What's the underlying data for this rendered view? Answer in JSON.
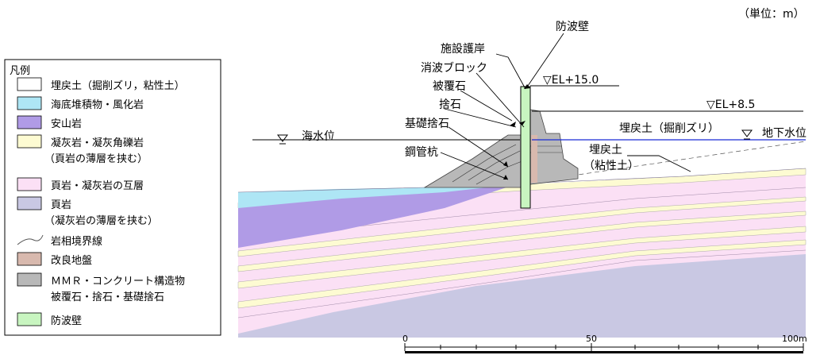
{
  "unit_note": "（単位：m）",
  "legend": {
    "title": "凡例",
    "items": [
      {
        "label": "埋戻土（掘削ズリ，粘性土）",
        "color": "#ffffff"
      },
      {
        "label": "海底堆積物・風化岩",
        "color": "#aee6f5"
      },
      {
        "label": "安山岩",
        "color": "#b09be6"
      },
      {
        "label": "凝灰岩・凝灰角礫岩",
        "label2": "（頁岩の薄層を挟む）",
        "color": "#fdfbd2"
      },
      {
        "label": "頁岩・凝灰岩の互層",
        "color": "#fbe0f5"
      },
      {
        "label": "頁岩",
        "label2": "（凝灰岩の薄層を挟む）",
        "color": "#c9c8e3"
      },
      {
        "label": "岩相境界線",
        "type": "line"
      },
      {
        "label": "改良地盤",
        "color": "#d8b9ae"
      },
      {
        "label": "ＭＭＲ・コンクリート構造物",
        "label2": "被覆石・捨石・基礎捨石",
        "color": "#b8b8b8"
      },
      {
        "label": "防波壁",
        "color": "#c8f5c0"
      }
    ]
  },
  "labels": {
    "bouhaheki": "防波壁",
    "shisetsu": "施設護岸",
    "shouha": "消波ブロック",
    "hifuku": "被覆石",
    "suteishi": "捨石",
    "kiso": "基礎捨石",
    "koukan": "鋼管杭",
    "kaisui": "海水位",
    "el15": "▽EL+15.0",
    "el85": "▽EL+8.5",
    "umemodoshi_zuri": "埋戻土（掘削ズリ）",
    "chika": "地下水位",
    "umemodoshi": "埋戻土",
    "nensei": "（粘性土）"
  },
  "scale": {
    "ticks": [
      "0",
      "50",
      "100m"
    ]
  },
  "colors": {
    "white": "#ffffff",
    "sediment": "#aee6f5",
    "andesite": "#b09be6",
    "tuff": "#fdfbd2",
    "alternation": "#fbe0f5",
    "shale": "#c9c8e3",
    "improved": "#d8b9ae",
    "concrete": "#b8b8b8",
    "wall": "#c8f5c0",
    "groundwater": "#1a2bd6"
  }
}
